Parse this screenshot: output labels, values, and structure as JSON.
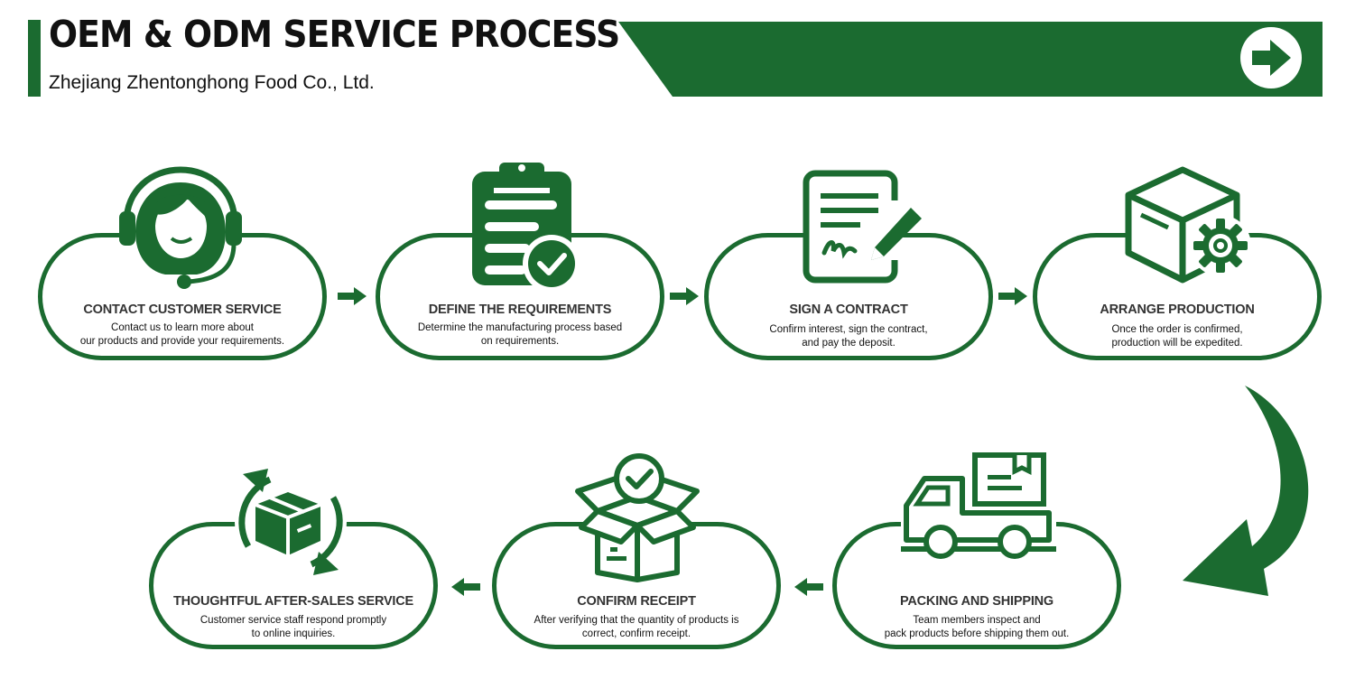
{
  "header": {
    "title": "OEM & ODM SERVICE PROCESS",
    "subtitle": "Zhejiang Zhentonghong Food Co., Ltd."
  },
  "colors": {
    "brand_green": "#1b6b30",
    "text_dark": "#333333"
  },
  "steps": [
    {
      "title": "CONTACT CUSTOMER SERVICE",
      "desc": "Contact us to learn more about\nour products and provide your requirements.",
      "icon": "headset-agent-icon"
    },
    {
      "title": "DEFINE THE REQUIREMENTS",
      "desc": "Determine the manufacturing process based\non requirements.",
      "icon": "clipboard-check-icon"
    },
    {
      "title": "SIGN A CONTRACT",
      "desc": "Confirm interest, sign the contract,\nand pay the deposit.",
      "icon": "contract-pen-icon"
    },
    {
      "title": "ARRANGE PRODUCTION",
      "desc": "Once the order is confirmed,\nproduction will be expedited.",
      "icon": "box-gear-icon"
    },
    {
      "title": "PACKING AND SHIPPING",
      "desc": "Team members inspect and\npack products before shipping them out.",
      "icon": "delivery-truck-icon"
    },
    {
      "title": "CONFIRM RECEIPT",
      "desc": "After verifying that the quantity of products is\ncorrect, confirm receipt.",
      "icon": "open-box-check-icon"
    },
    {
      "title": "THOUGHTFUL AFTER-SALES SERVICE",
      "desc": "Customer service staff respond promptly\nto online inquiries.",
      "icon": "box-cycle-icon"
    }
  ]
}
